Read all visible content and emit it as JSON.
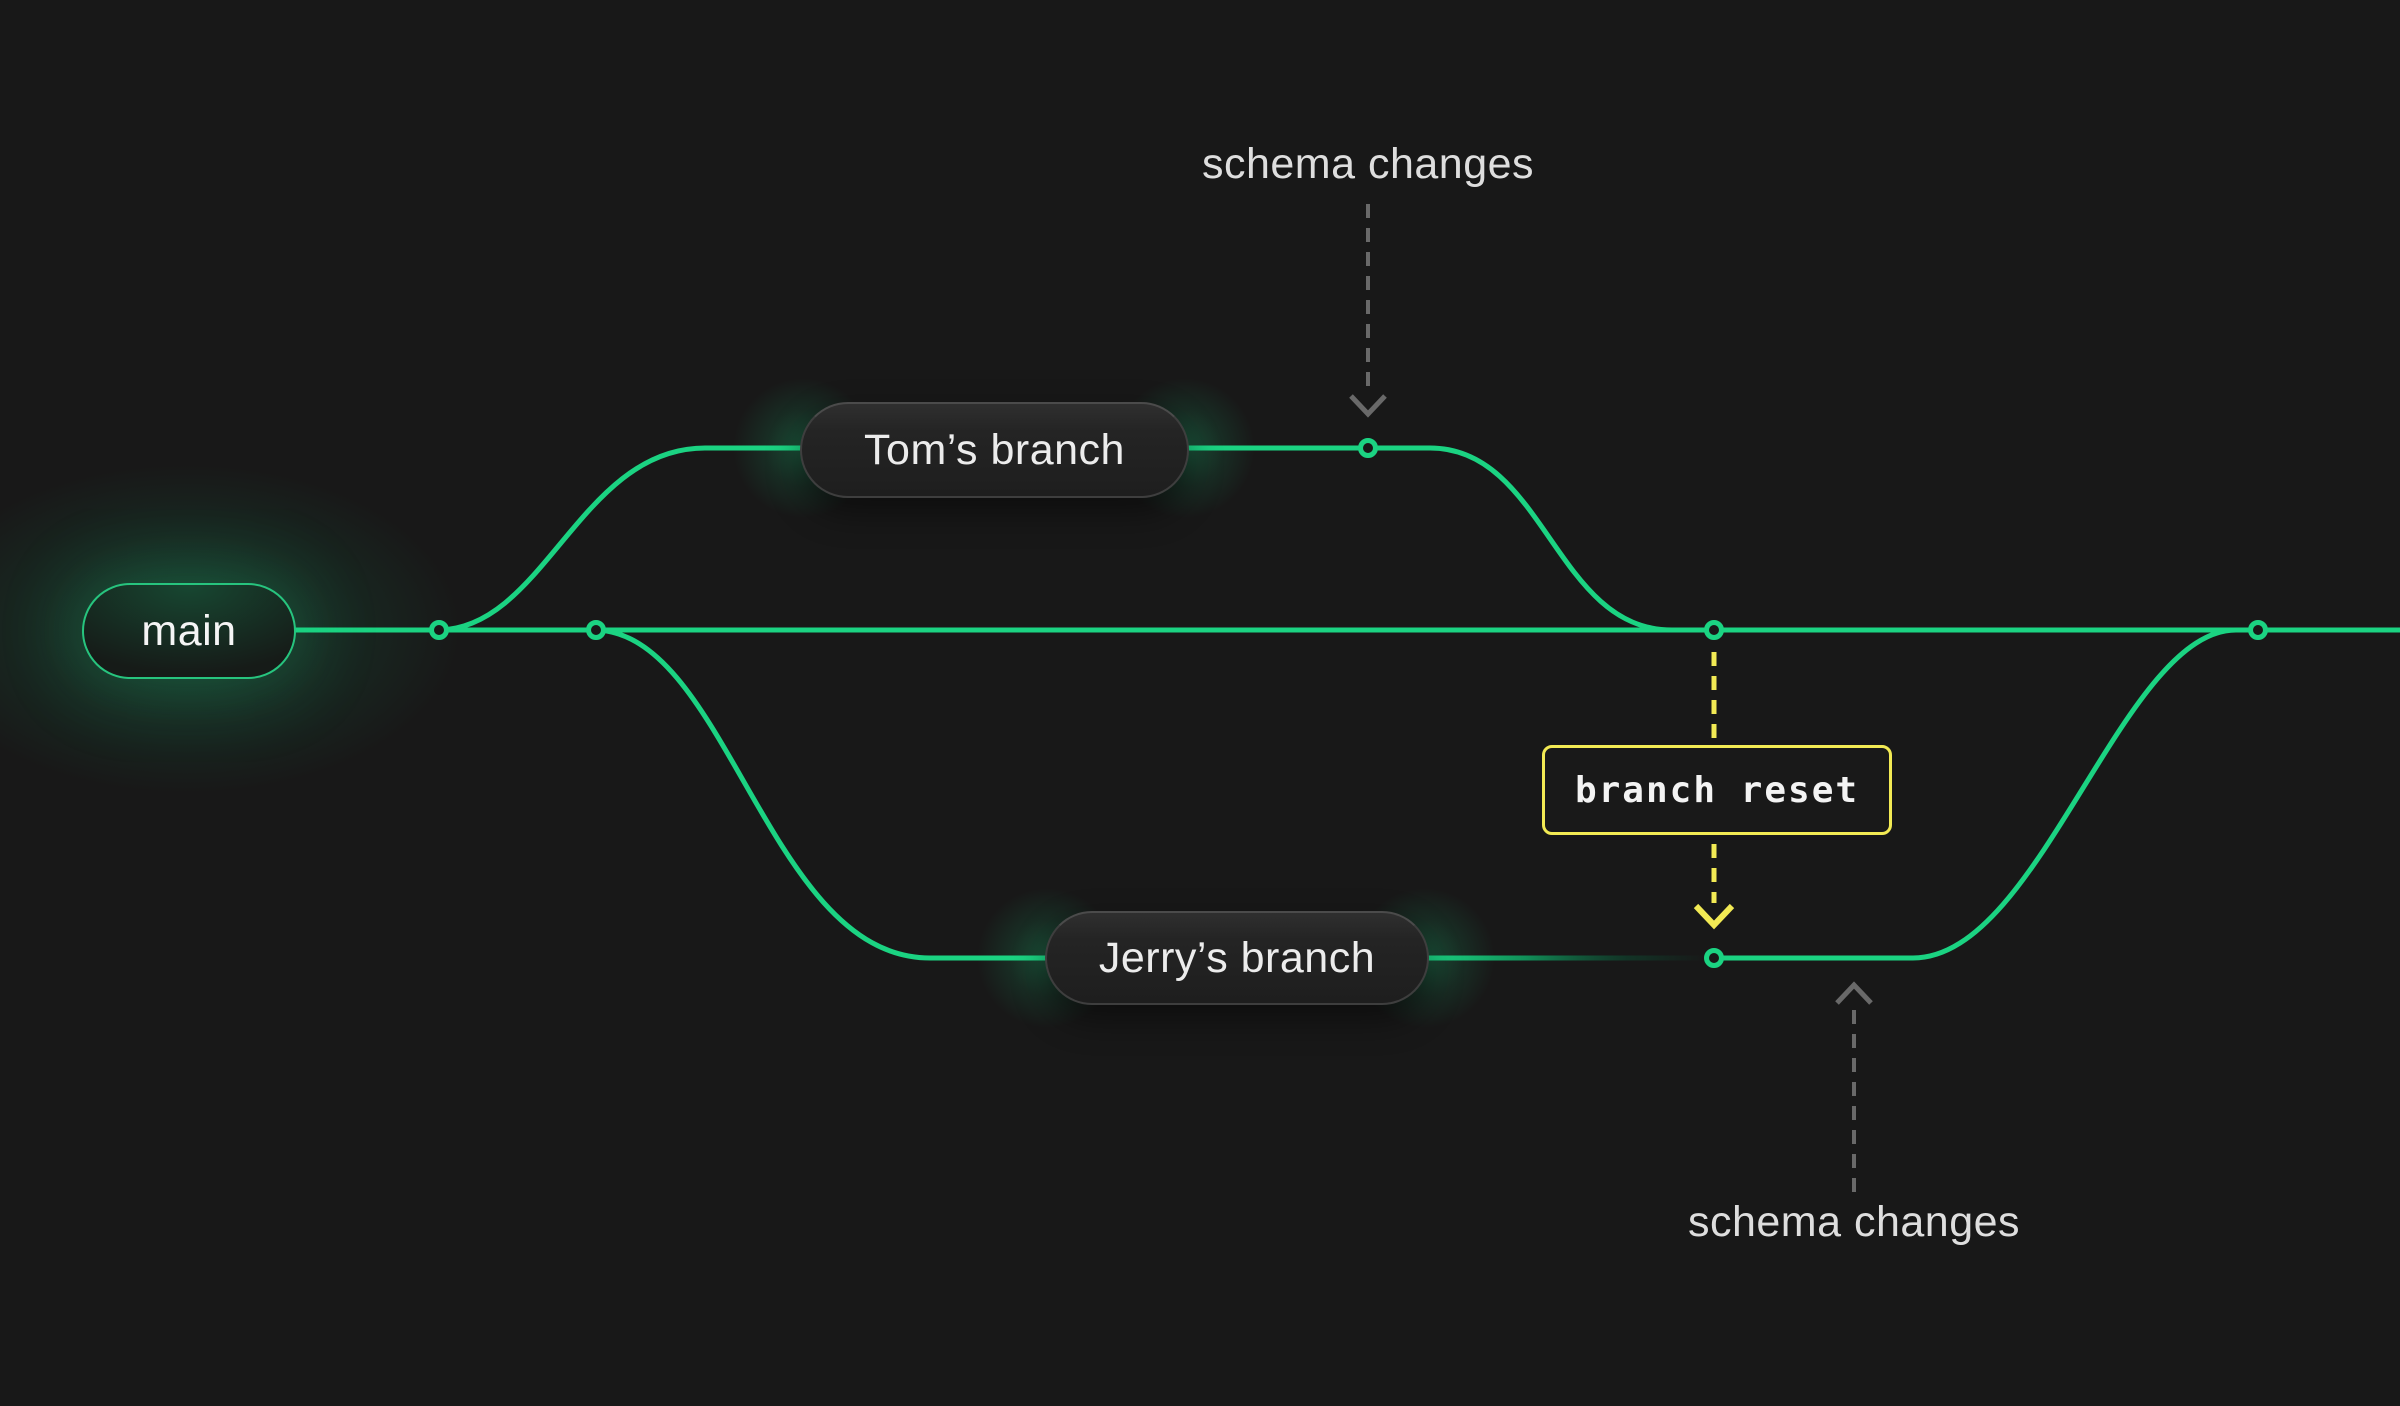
{
  "colors": {
    "background": "#181818",
    "branch_green": "#1bd382",
    "reset_yellow": "#f2ea54",
    "arrow_gray": "#696969",
    "label_text": "#ececec"
  },
  "labels": {
    "main_branch": "main",
    "tom_branch": "Tom’s branch",
    "jerry_branch": "Jerry’s branch",
    "branch_reset": "branch reset",
    "schema_changes_top": "schema changes",
    "schema_changes_bottom": "schema changes"
  }
}
